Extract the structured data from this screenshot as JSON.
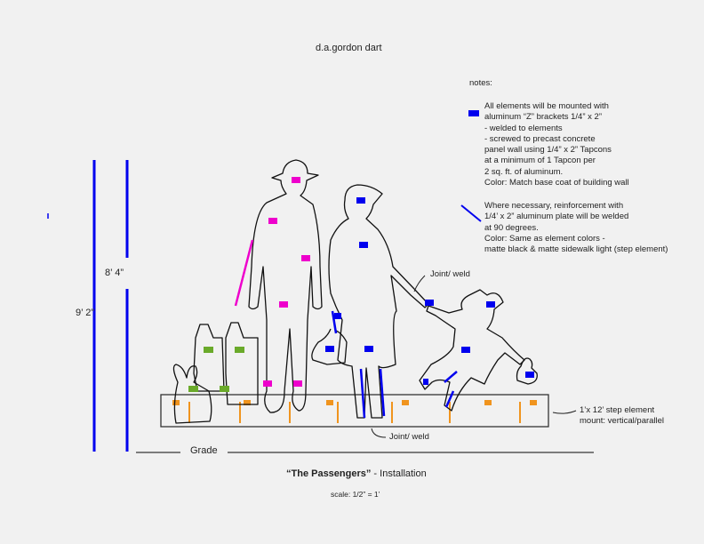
{
  "header": {
    "author": "d.a.gordon dart"
  },
  "notes": {
    "title": "notes:",
    "bracket_note": [
      "All elements will be  mounted with",
      "aluminum “Z” brackets 1/4” x 2”",
      "- welded to elements",
      "- screwed to precast concrete",
      "panel wall using 1/4” x 2” Tapcons",
      "at a minimum of 1 Tapcon per",
      "2 sq. ft. of aluminum.",
      "Color: Match base coat of building wall"
    ],
    "reinforcement_note": [
      "Where necessary, reinforcement with",
      "1/4’ x 2” aluminum plate will be welded",
      "at 90 degrees.",
      "Color: Same as element colors -",
      "matte black & matte sidewalk light (step element)"
    ]
  },
  "dimensions": {
    "tall": "9’ 2”",
    "short": "8’ 4”"
  },
  "callouts": {
    "joint_upper": "Joint/ weld",
    "joint_lower": "Joint/ weld",
    "step": [
      "1’x 12’  step element",
      "mount: vertical/parallel"
    ],
    "grade": "Grade"
  },
  "footer": {
    "title_bold": "“The Passengers”",
    "title_rest": " - Installation",
    "scale": "scale: 1/2” = 1’"
  },
  "colors": {
    "bracket": "#0000ee",
    "magenta": "#ee00cc",
    "green": "#6aaa2a",
    "orange": "#f0941e"
  }
}
